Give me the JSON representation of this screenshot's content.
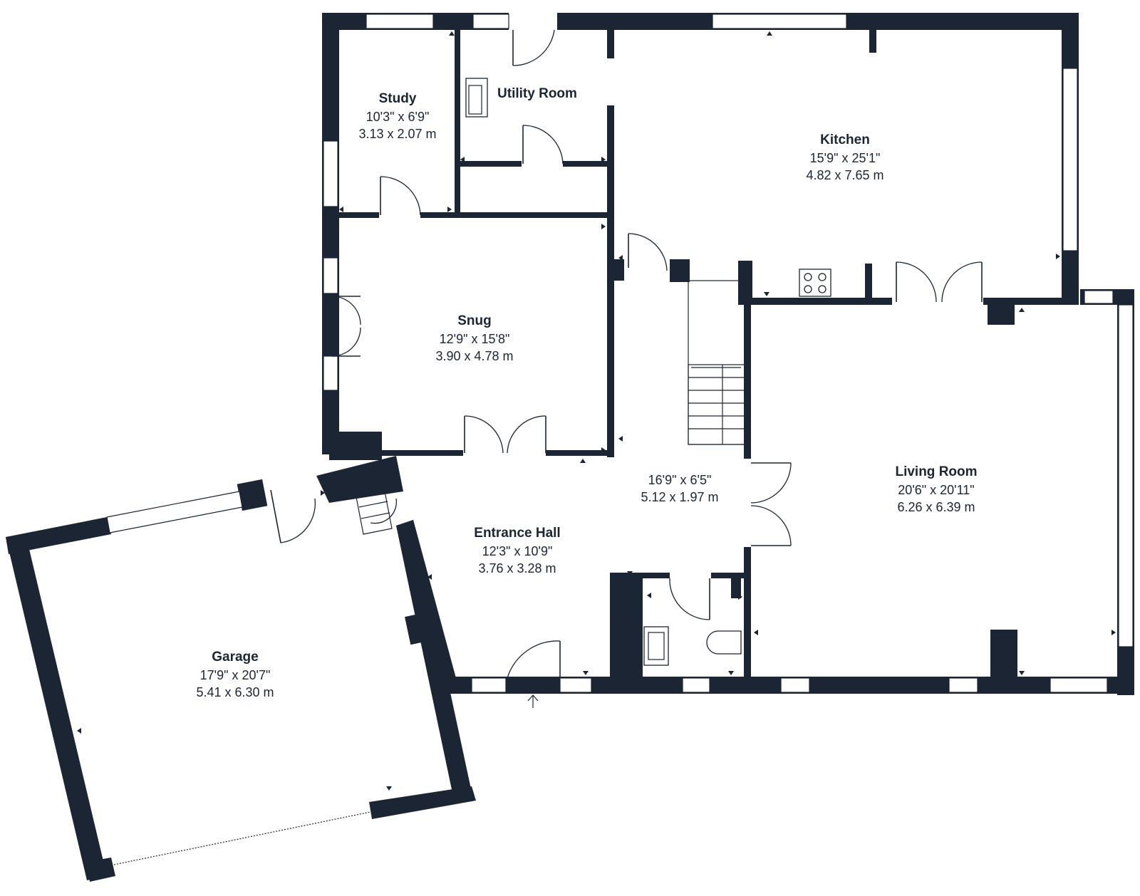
{
  "colors": {
    "wall": "#1c2533",
    "background": "#ffffff"
  },
  "rooms": {
    "study": {
      "name": "Study",
      "imperial": "10'3\" x 6'9\"",
      "metric": "3.13 x 2.07 m"
    },
    "utility": {
      "name": "Utility Room"
    },
    "kitchen": {
      "name": "Kitchen",
      "imperial": "15'9\" x 25'1\"",
      "metric": "4.82 x 7.65 m"
    },
    "snug": {
      "name": "Snug",
      "imperial": "12'9\" x 15'8\"",
      "metric": "3.90 x 4.78 m"
    },
    "hall_corridor": {
      "imperial": "16'9\" x 6'5\"",
      "metric": "5.12 x 1.97 m"
    },
    "living": {
      "name": "Living Room",
      "imperial": "20'6\" x 20'11\"",
      "metric": "6.26 x 6.39 m"
    },
    "entrance_hall": {
      "name": "Entrance Hall",
      "imperial": "12'3\" x 10'9\"",
      "metric": "3.76 x 3.28 m"
    },
    "garage": {
      "name": "Garage",
      "imperial": "17'9\" x 20'7\"",
      "metric": "5.41 x 6.30 m"
    }
  },
  "icons": {
    "entrance_arrow": "arrow-up-icon"
  }
}
